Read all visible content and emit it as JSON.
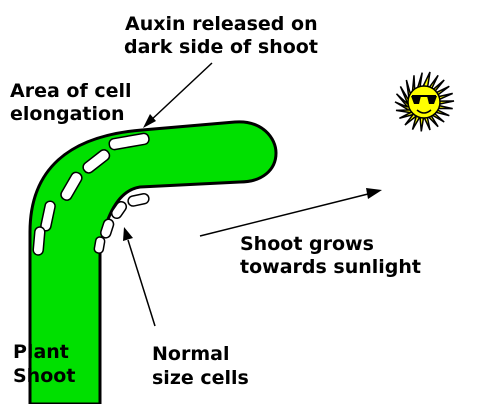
{
  "labels": {
    "auxin_line1": "Auxin released on",
    "auxin_line2": "dark side of shoot",
    "elongation_line1": "Area of cell",
    "elongation_line2": "elongation",
    "grows_line1": "Shoot grows",
    "grows_line2": "towards sunlight",
    "plant_line1": "Plant",
    "plant_line2": "Shoot",
    "normal_line1": "Normal",
    "normal_line2": "size cells"
  },
  "colors": {
    "shoot": "#00e000",
    "outline": "#000000",
    "cell": "#ffffff",
    "sun": "#ffff00",
    "arrow": "#000000"
  },
  "icons": {
    "sun": "sun-with-sunglasses-icon"
  }
}
